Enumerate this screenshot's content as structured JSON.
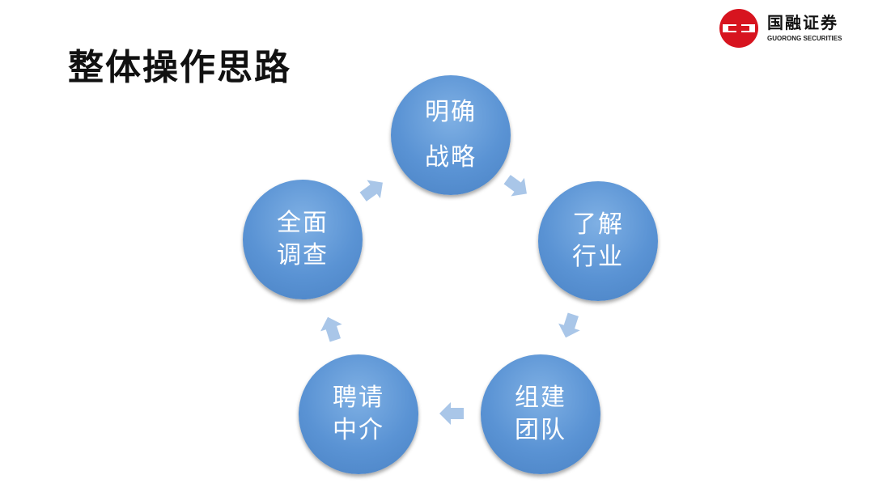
{
  "page": {
    "title": "整体操作思路"
  },
  "logo": {
    "name_cn": "国融证券",
    "name_en": "GUORONG SECURITIES",
    "color": "#d7141f"
  },
  "cycle": {
    "node_color": "#5b9bd5",
    "arrow_color": "#a9c6e8",
    "nodes": [
      {
        "lines": [
          "明确",
          "战略"
        ]
      },
      {
        "lines": [
          "了解",
          "行业"
        ]
      },
      {
        "lines": [
          "组建",
          "团队"
        ]
      },
      {
        "lines": [
          "聘请",
          "中介"
        ]
      },
      {
        "lines": [
          "全面",
          "调查"
        ]
      }
    ]
  }
}
